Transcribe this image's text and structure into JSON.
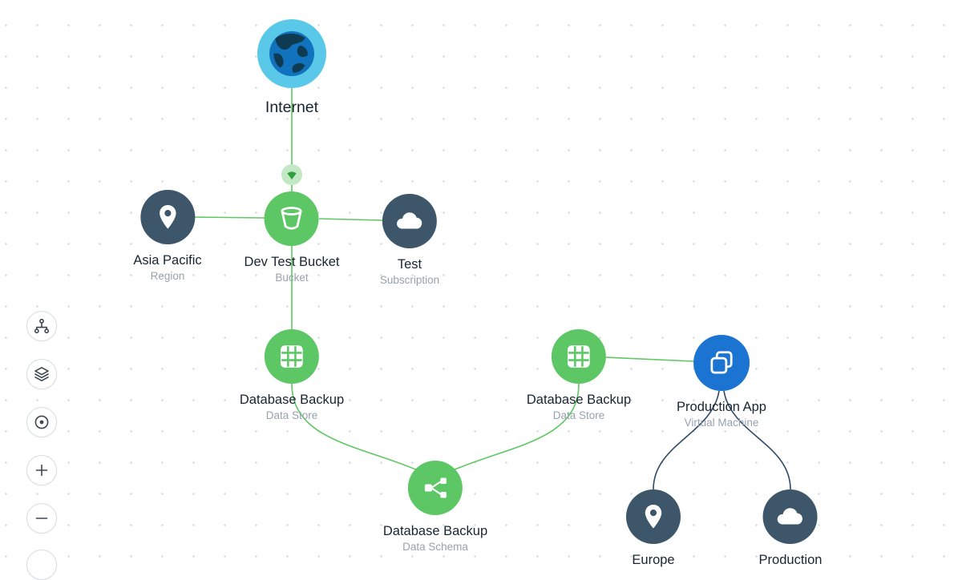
{
  "app": {
    "type": "cloud-architecture-diagram-editor",
    "canvas_background": "#ffffff",
    "grid_dot_color": "#d7dce1"
  },
  "colors": {
    "node_cyan": "#5ac8e8",
    "node_green": "#5cc764",
    "node_dark_slate": "#3d566a",
    "node_blue": "#1b74d1",
    "edge_green": "#5fc763",
    "edge_dark": "#2d4a66",
    "marker_fill": "#2f9f3f",
    "title_text": "#182530",
    "subtitle_text": "#98a2ac"
  },
  "nodes": [
    {
      "id": "internet",
      "label": "Internet",
      "sublabel": "",
      "icon": "globe-icon",
      "color": "#5ac8e8"
    },
    {
      "id": "asia-pacific",
      "label": "Asia Pacific",
      "sublabel": "Region",
      "icon": "map-pin-icon",
      "color": "#3d566a"
    },
    {
      "id": "dev-test-bucket",
      "label": "Dev Test Bucket",
      "sublabel": "Bucket",
      "icon": "bucket-icon",
      "color": "#5cc764"
    },
    {
      "id": "test",
      "label": "Test",
      "sublabel": "Subscription",
      "icon": "cloud-icon",
      "color": "#3d566a"
    },
    {
      "id": "database-backup-store-1",
      "label": "Database Backup",
      "sublabel": "Data Store",
      "icon": "table-icon",
      "color": "#5cc764"
    },
    {
      "id": "database-backup-store-2",
      "label": "Database Backup",
      "sublabel": "Data Store",
      "icon": "table-icon",
      "color": "#5cc764"
    },
    {
      "id": "production-app",
      "label": "Production App",
      "sublabel": "Virtual Machine",
      "icon": "vm-icon",
      "color": "#1b74d1"
    },
    {
      "id": "database-backup-schema",
      "label": "Database Backup",
      "sublabel": "Data Schema",
      "icon": "schema-icon",
      "color": "#5cc764"
    },
    {
      "id": "europe",
      "label": "Europe",
      "sublabel": "",
      "icon": "map-pin-icon",
      "color": "#3d566a"
    },
    {
      "id": "production",
      "label": "Production",
      "sublabel": "",
      "icon": "cloud-icon",
      "color": "#3d566a"
    }
  ],
  "edges": [
    {
      "from": "internet",
      "to": "dev-test-bucket",
      "color": "green",
      "marker": "diamond-arrow"
    },
    {
      "from": "asia-pacific",
      "to": "dev-test-bucket",
      "color": "green"
    },
    {
      "from": "dev-test-bucket",
      "to": "test",
      "color": "green"
    },
    {
      "from": "dev-test-bucket",
      "to": "database-backup-store-1",
      "color": "green"
    },
    {
      "from": "database-backup-store-1",
      "to": "database-backup-schema",
      "color": "green"
    },
    {
      "from": "database-backup-store-2",
      "to": "database-backup-schema",
      "color": "green"
    },
    {
      "from": "database-backup-store-2",
      "to": "production-app",
      "color": "green"
    },
    {
      "from": "production-app",
      "to": "europe",
      "color": "dark"
    },
    {
      "from": "production-app",
      "to": "production",
      "color": "dark"
    }
  ],
  "toolbar": {
    "items": [
      {
        "icon": "hierarchy-icon"
      },
      {
        "icon": "layers-icon"
      },
      {
        "icon": "focus-icon"
      },
      {
        "icon": "zoom-in-icon"
      },
      {
        "icon": "zoom-out-icon"
      },
      {
        "icon": "partial-hidden-icon"
      }
    ]
  }
}
